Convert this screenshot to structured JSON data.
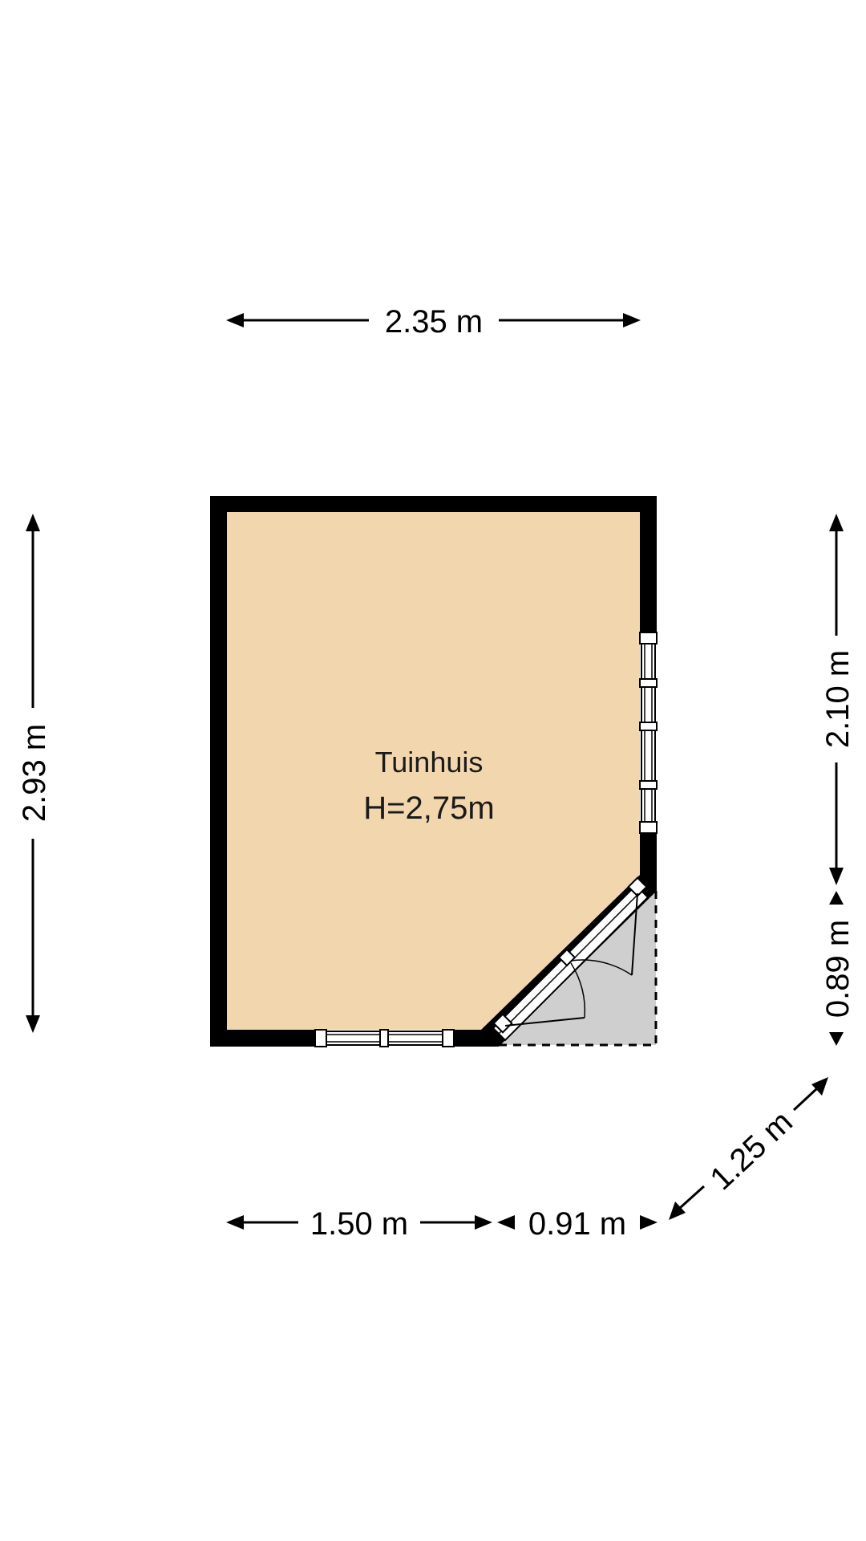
{
  "room": {
    "name": "Tuinhuis",
    "height": "H=2,75m"
  },
  "dimensions": {
    "top_width": "2.35 m",
    "left_height": "2.93 m",
    "right_upper": "2.10 m",
    "right_lower": "0.89 m",
    "bottom_left": "1.50 m",
    "bottom_right": "0.91 m",
    "diagonal": "1.25 m"
  },
  "colors": {
    "floor": "#f2d7ae",
    "wall": "#000000",
    "exterior_area": "#cfcfcf"
  }
}
